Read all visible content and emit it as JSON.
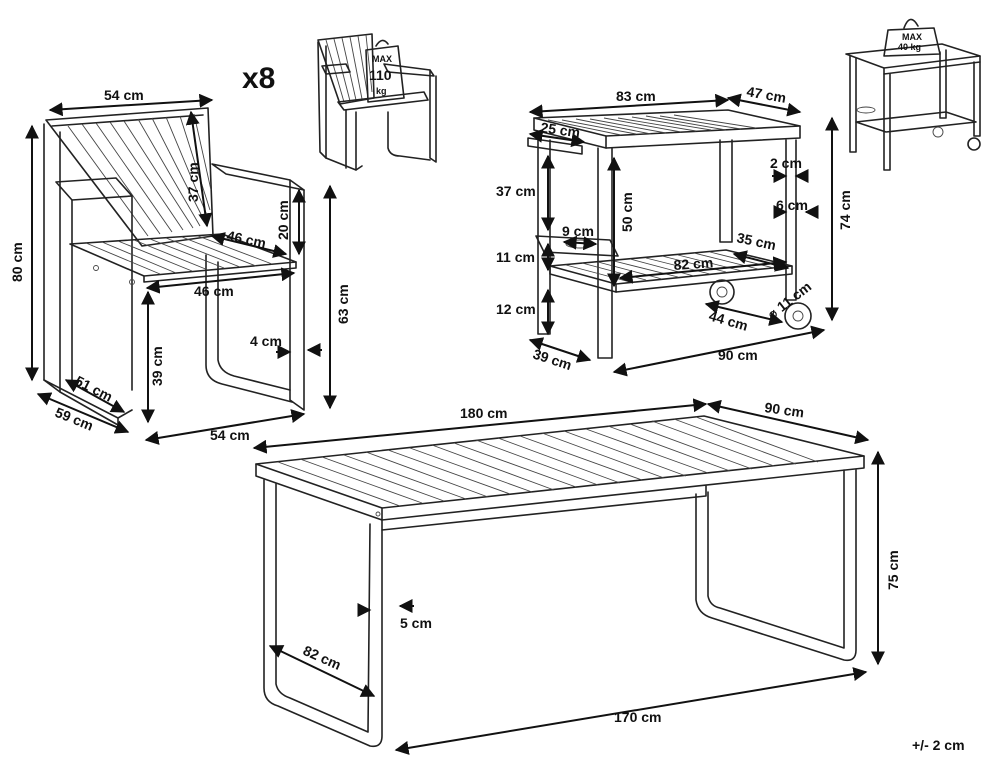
{
  "quantity": "x8",
  "tolerance": "+/- 2 cm",
  "chair": {
    "width_top": "54 cm",
    "backrest_height": "37 cm",
    "armrest_height": "20 cm",
    "seat_depth": "46 cm",
    "seat_width": "46 cm",
    "total_height": "80 cm",
    "arm_height": "63 cm",
    "frame_thickness": "4 cm",
    "seat_height": "39 cm",
    "leg_depth": "51 cm",
    "total_depth": "59 cm",
    "base_width": "54 cm",
    "max_load": {
      "line1": "MAX",
      "line2": "110",
      "line3": "kg"
    }
  },
  "cart": {
    "length": "83 cm",
    "depth_top": "47 cm",
    "handle": "25 cm",
    "top_to_shelf": "37 cm",
    "leg_height": "50 cm",
    "holder": "9 cm",
    "leg_thickness": "2 cm",
    "frame_width": "6 cm",
    "total_height": "74 cm",
    "shelf_depth": "35 cm",
    "shelf_height": "11 cm",
    "shelf_length": "82 cm",
    "wheel": "⌀ 11 cm",
    "clearance": "12 cm",
    "wheelbase": "44 cm",
    "base_depth": "39 cm",
    "total_length": "90 cm",
    "max_load": {
      "line1": "MAX",
      "line2": "40 kg"
    }
  },
  "table": {
    "length": "180 cm",
    "width": "90 cm",
    "height": "75 cm",
    "leg_thickness": "5 cm",
    "leg_depth": "82 cm",
    "inner_length": "170 cm"
  }
}
